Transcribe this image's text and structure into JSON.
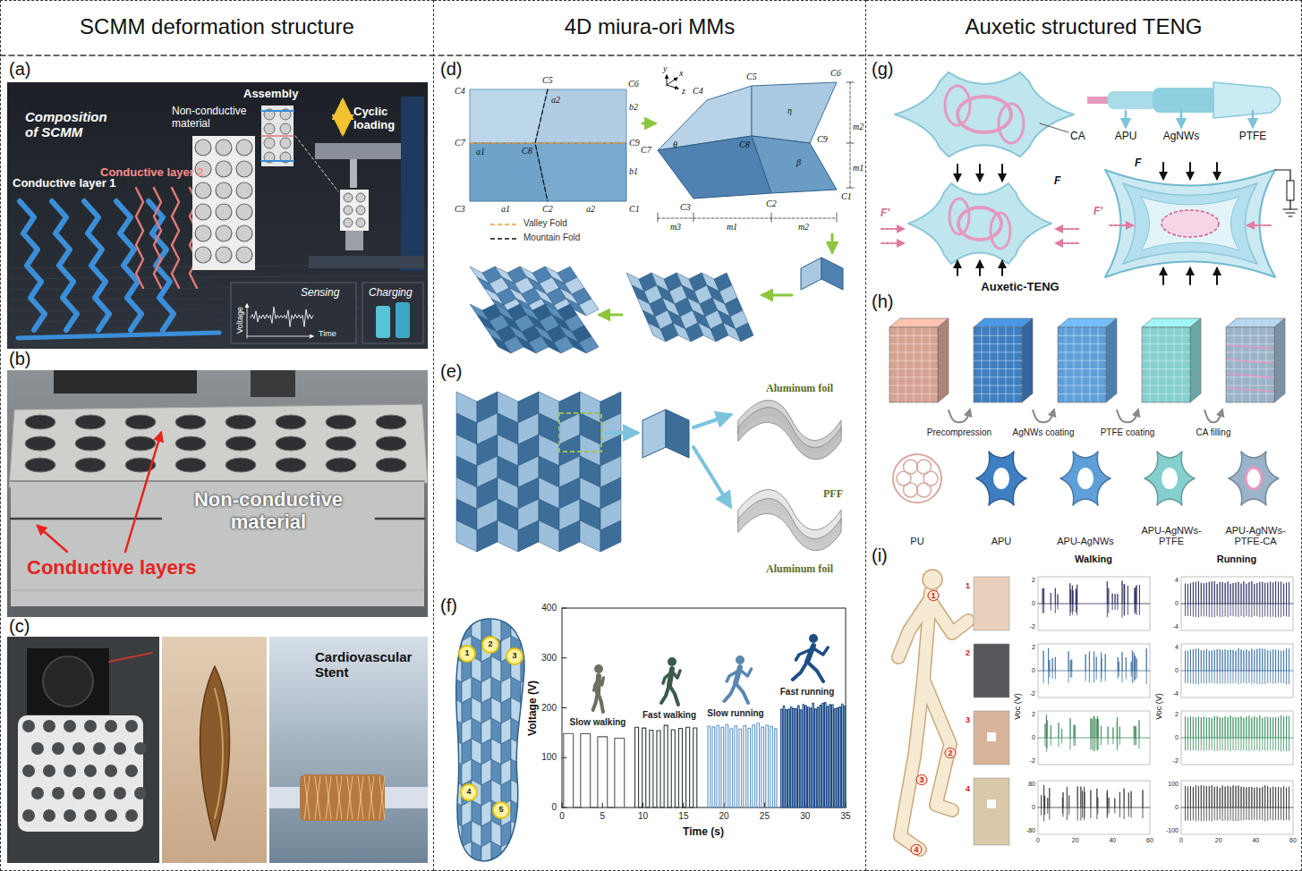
{
  "diagram": {
    "nodes": [
      {
        "text": [
          "SCMM deformation structure"
        ]
      },
      {
        "text": [
          "4D miura-ori MMs"
        ]
      },
      {
        "text": [
          "Auxetic structured TENG"
        ]
      },
      {
        "text": [
          "PU"
        ],
        "in": 2
      },
      {
        "text": [
          "APU"
        ],
        "in": 2
      },
      {
        "text": [
          "APU-AgNWs"
        ],
        "in": 2
      },
      {
        "text": [
          "APU-AgNWs-PTFE"
        ],
        "in": 2
      },
      {
        "text": [
          "APU-AgNWs-PTFE-CA"
        ],
        "in": 2
      }
    ],
    "edges": [
      {
        "from": 3,
        "to": 4,
        "arrow": "to",
        "label": "Precompression"
      },
      {
        "from": 4,
        "to": 5,
        "arrow": "to",
        "label": "AgNWs coating"
      },
      {
        "from": 5,
        "to": 6,
        "arrow": "to",
        "label": "PTFE coating"
      },
      {
        "from": 6,
        "to": 7,
        "arrow": "to",
        "label": "CA filling"
      }
    ],
    "labels": [
      "(a)",
      "(b)",
      "(c)",
      "(d)",
      "(e)",
      "(f)",
      "(g)",
      "(h)",
      "(i)",
      "Composition of SCMM",
      "Assembly",
      "Non-conductive material",
      "Conductive layer 2",
      "Conductive layer 1",
      "Cyclic loading",
      "Sensing",
      "Charging",
      "Voltage",
      "Time",
      "Non-conductive material",
      "Conductive layers",
      "Cardiovascular Stent",
      "C4",
      "C5",
      "C6",
      "a2",
      "b2",
      "C7",
      "C8",
      "C9",
      "a1",
      "b1",
      "C3",
      "a1",
      "C2",
      "a2",
      "C1",
      "y",
      "x",
      "z",
      "C4",
      "C5",
      "C6",
      "C7",
      "C8",
      "C9",
      "C3",
      "C2",
      "C1",
      "θ",
      "η",
      "β",
      "m3",
      "m1",
      "m2",
      "m1",
      "m2",
      "Aluminum foil",
      "PFF",
      "Aluminum foil",
      "1",
      "2",
      "3",
      "4",
      "5",
      "400",
      "300",
      "200",
      "100",
      "0",
      "0",
      "5",
      "10",
      "15",
      "20",
      "25",
      "30",
      "35",
      "Voltage (V)",
      "Time (s)",
      "Slow walking",
      "Fast walking",
      "Slow running",
      "Fast running",
      "CA",
      "APU",
      "AgNWs",
      "PTFE",
      "F",
      "F'",
      "F",
      "F'",
      "Auxetic-TENG",
      "Walking",
      "Running",
      "1",
      "2",
      "3",
      "4",
      "1",
      "2",
      "3",
      "4",
      "Voc (V)",
      "Voc (V)",
      "2",
      "0",
      "-2",
      "2",
      "0",
      "-2",
      "2",
      "0",
      "-2",
      "80",
      "0",
      "-80",
      "4",
      "0",
      "-4",
      "4",
      "0",
      "-4",
      "2",
      "0",
      "-2",
      "100",
      "0",
      "-100",
      "0",
      "20",
      "40",
      "60",
      "0",
      "20",
      "40",
      "60"
    ],
    "legend": [
      {
        "text": "Valley Fold"
      },
      {
        "text": "Mountain Fold"
      }
    ]
  }
}
